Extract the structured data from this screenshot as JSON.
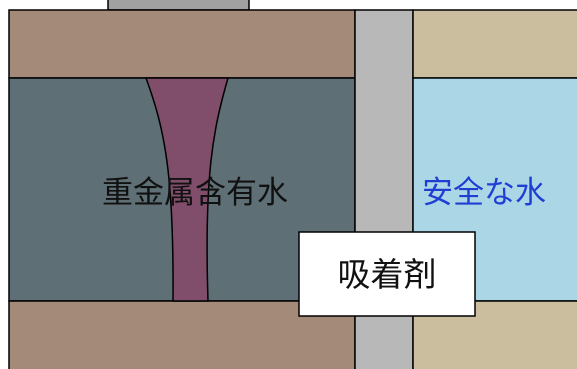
{
  "diagram": {
    "left_water_label": "重金属含有水",
    "right_water_label": "安全な水",
    "adsorbent_label": "吸着剤"
  },
  "colors": {
    "wall_brown": "#a48a79",
    "contaminated_water": "#5e6f76",
    "plume_purple": "#804e6b",
    "barrier_gray": "#b8b8b8",
    "right_soil": "#cbbe9f",
    "safe_water": "#abd6e5",
    "outline": "#000000",
    "label_blue": "#1f3fd4",
    "label_dark": "#111111"
  }
}
